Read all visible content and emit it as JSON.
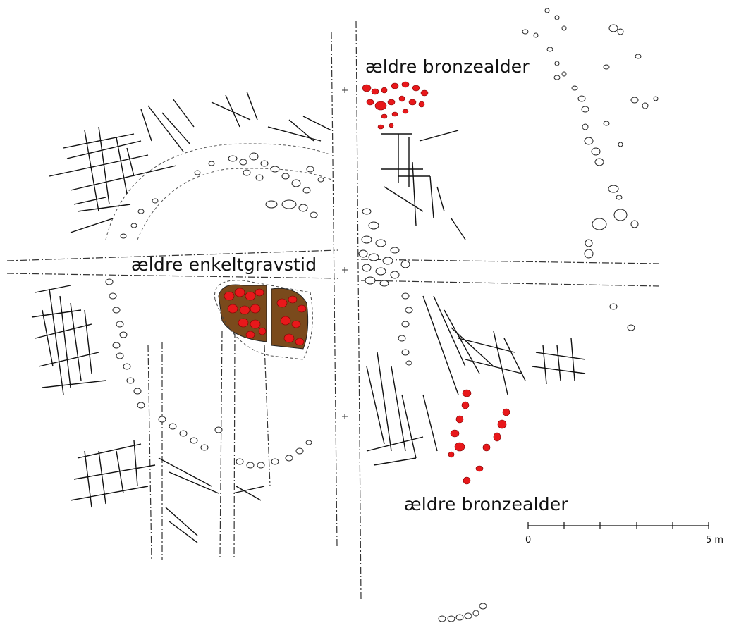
{
  "labels": {
    "top_bronze": "ældre bronzealder",
    "enkeltgrav": "ældre enkeltgravstid",
    "bottom_bronze": "ældre bronzealder"
  },
  "scale_bar": {
    "start_label": "0",
    "end_label": "5 m"
  },
  "colors": {
    "stone_outline": "#222222",
    "red_stones": "#e8181b",
    "grave_fill": "#7a4a1c",
    "ink": "#111111"
  }
}
